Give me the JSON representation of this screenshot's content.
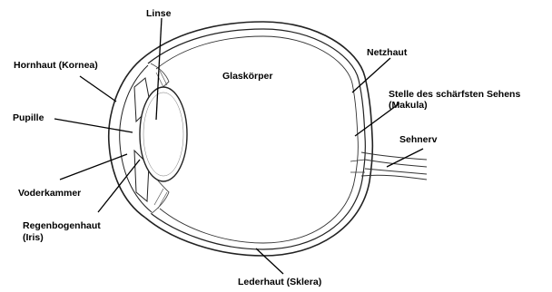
{
  "diagram": {
    "labels": {
      "linse": "Linse",
      "hornhaut": "Hornhaut (Kornea)",
      "pupille": "Pupille",
      "voderkammer": "Voderkammer",
      "regenbogenhaut_line1": "Regenbogenhaut",
      "regenbogenhaut_line2": "(Iris)",
      "glaskoerper": "Glaskörper",
      "netzhaut": "Netzhaut",
      "makula_line1": "Stelle des schärfsten Sehens",
      "makula_line2": "(Makula)",
      "sehnerv": "Sehnerv",
      "lederhaut": "Lederhaut (Sklera)"
    }
  }
}
